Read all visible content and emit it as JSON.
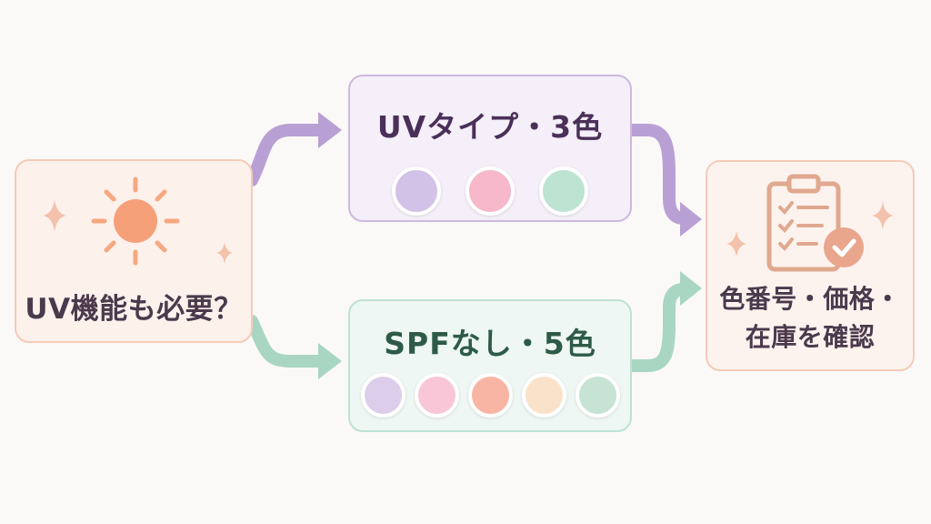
{
  "start": {
    "label": "UV機能も必要？",
    "icon": "sun-icon"
  },
  "options": [
    {
      "title": "UVタイプ・3色",
      "swatches": [
        "#d3c2e8",
        "#f6b8ca",
        "#bde3d2"
      ]
    },
    {
      "title": "SPFなし・5色",
      "swatches": [
        "#dccdeb",
        "#f8c6d6",
        "#f8b5a3",
        "#f9e2c9",
        "#c6e3d3"
      ]
    }
  ],
  "result": {
    "line1": "色番号・価格・",
    "line2": "在庫を確認",
    "icon": "clipboard-check-icon"
  },
  "colors": {
    "uv_arrow": "#b9a0d4",
    "spf_arrow": "#a8d6c3",
    "sun": "#f6a07a",
    "clipboard": "#e0a88e"
  }
}
